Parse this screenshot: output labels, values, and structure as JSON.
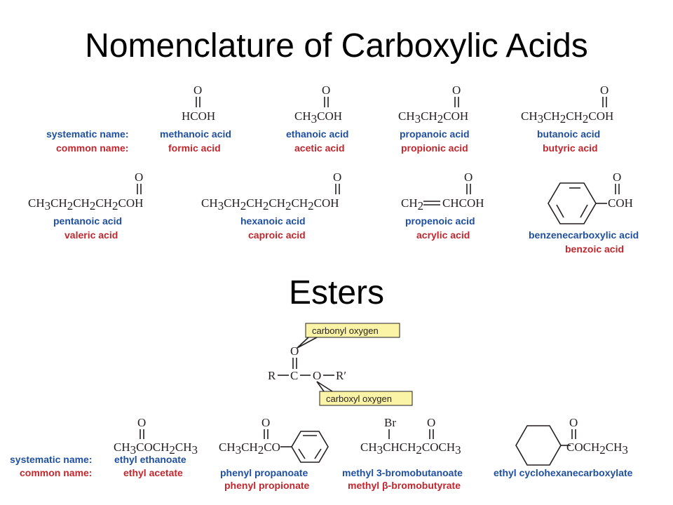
{
  "title": "Nomenclature of Carboxylic Acids",
  "esters_title": "Esters",
  "labels": {
    "systematic": "systematic name:",
    "common": "common name:"
  },
  "acids": [
    {
      "formula": "HCOH",
      "systematic": "methanoic acid",
      "common": "formic acid"
    },
    {
      "formula": "CH3COH",
      "systematic": "ethanoic acid",
      "common": "acetic acid"
    },
    {
      "formula": "CH3CH2COH",
      "systematic": "propanoic acid",
      "common": "propionic acid"
    },
    {
      "formula": "CH3CH2CH2COH",
      "systematic": "butanoic acid",
      "common": "butyric acid"
    },
    {
      "formula": "CH3CH2CH2CH2COH",
      "systematic": "pentanoic acid",
      "common": "valeric acid"
    },
    {
      "formula": "CH3CH2CH2CH2CH2COH",
      "systematic": "hexanoic acid",
      "common": "caproic acid"
    },
    {
      "formula": "CH2=CHCOH",
      "systematic": "propenoic acid",
      "common": "acrylic acid"
    },
    {
      "formula": "C6H5-COH",
      "systematic": "benzenecarboxylic acid",
      "common": "benzoic acid"
    }
  ],
  "ester_general": {
    "carbonyl_label": "carbonyl oxygen",
    "carboxyl_label": "carboxyl oxygen",
    "R": "R",
    "C": "C",
    "O": "O",
    "Rprime": "R′"
  },
  "esters": [
    {
      "formula": "CH3COCH2CH3",
      "systematic": "ethyl ethanoate",
      "common": "ethyl acetate"
    },
    {
      "formula": "CH3CH2CO-C6H5",
      "systematic": "phenyl propanoate",
      "common": "phenyl propionate"
    },
    {
      "formula": "CH3CHCH2COCH3 (Br)",
      "systematic": "methyl 3-bromobutanoate",
      "common": "methyl β-bromobutyrate"
    },
    {
      "formula": "C6H11-COCH2CH3",
      "systematic": "ethyl cyclohexanecarboxylate",
      "common": ""
    }
  ]
}
